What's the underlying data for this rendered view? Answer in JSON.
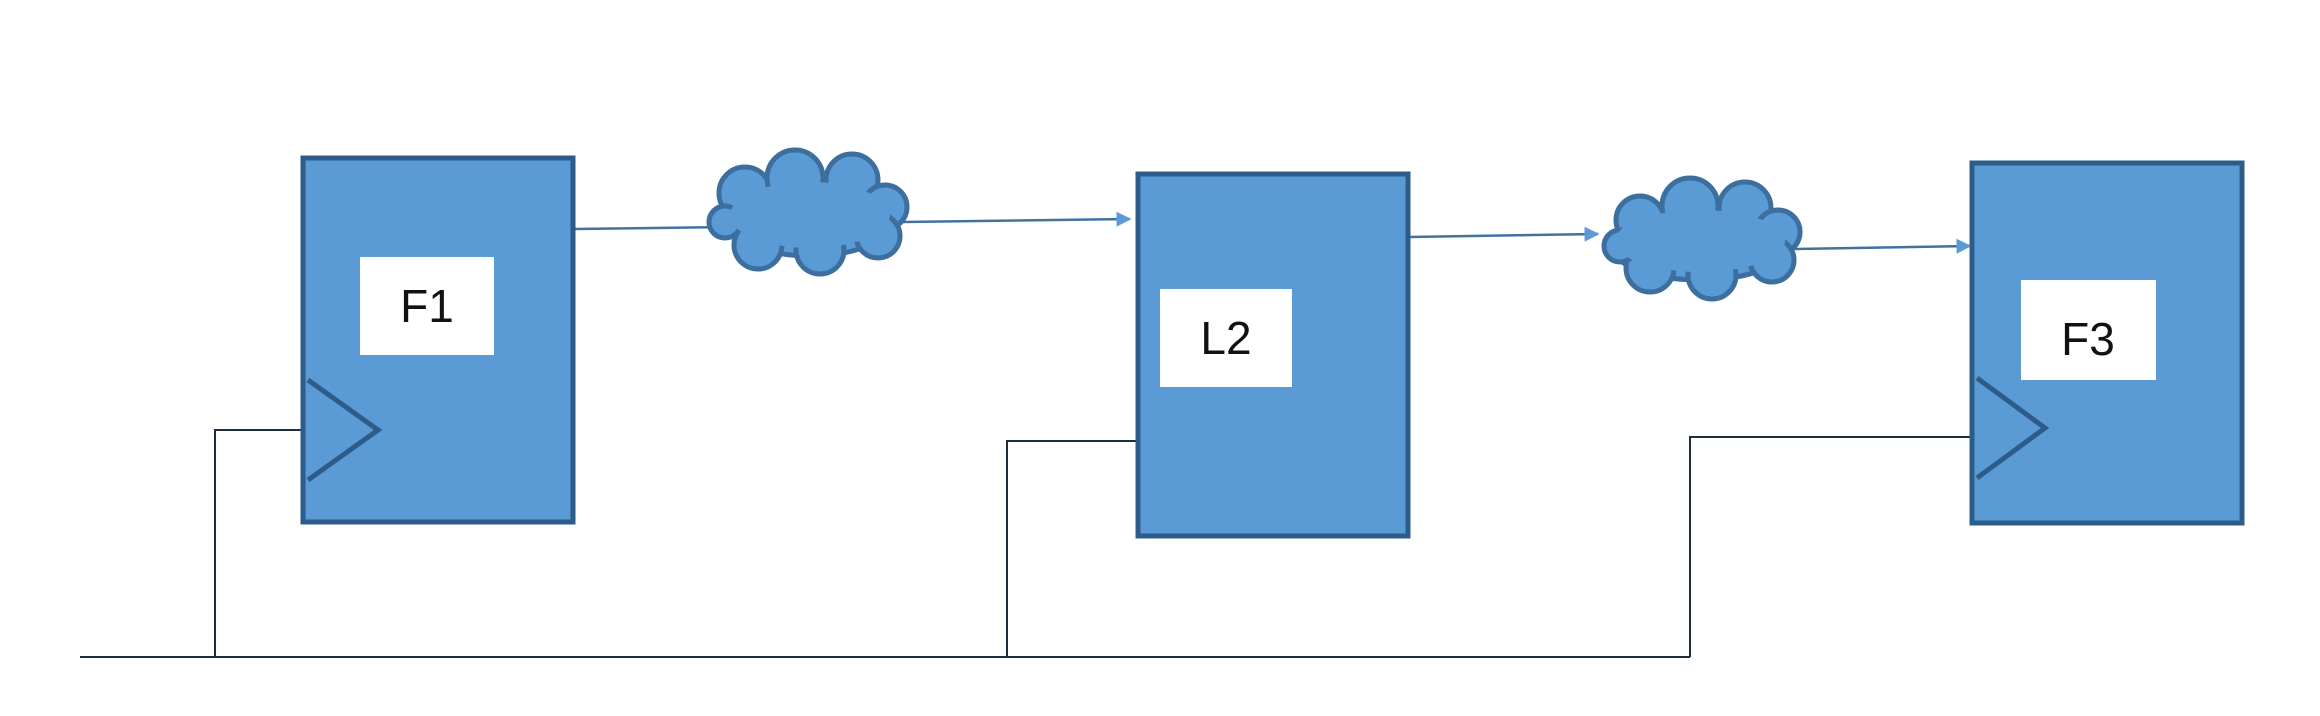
{
  "diagram": {
    "blocks": [
      {
        "id": "F1",
        "label": "F1",
        "kind": "flip-flop"
      },
      {
        "id": "L2",
        "label": "L2",
        "kind": "latch"
      },
      {
        "id": "F3",
        "label": "F3",
        "kind": "flip-flop"
      }
    ],
    "logic_clouds": [
      {
        "between": [
          "F1",
          "L2"
        ]
      },
      {
        "between": [
          "L2",
          "F3"
        ]
      }
    ],
    "colors": {
      "block_fill": "#5b9bd5",
      "block_border": "#2e5c8a",
      "cloud_fill": "#5b9bd5",
      "wire": "#1f2d3d",
      "signal_wire": "#41719c",
      "label_box": "#ffffff"
    }
  }
}
